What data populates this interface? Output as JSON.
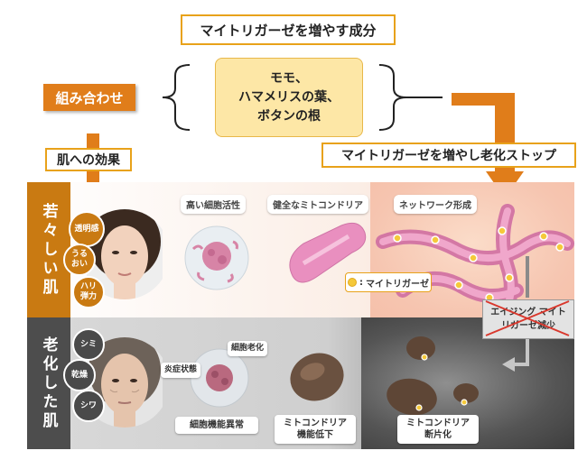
{
  "title": "マイトリガーゼを増やす成分",
  "combo_label": "組み合わせ",
  "ingredients": [
    "モモ、",
    "ハマメリスの葉、",
    "ボタンの根"
  ],
  "effect_label": "肌への効果",
  "result_label": "マイトリガーゼを増やし老化ストップ",
  "young": {
    "label": "若々しい肌",
    "traits": [
      "透明感",
      "うるおい",
      "ハリ弾力"
    ],
    "features": [
      "高い細胞活性",
      "健全なミトコンドリア",
      "ネットワーク形成"
    ],
    "legend": "マイトリガーゼ"
  },
  "aging_label": "エイジング マイトリガーゼ減少",
  "old": {
    "label": "老化した肌",
    "traits": [
      "シミ",
      "乾燥",
      "シワ"
    ],
    "cell_tags": [
      "炎症状態",
      "細胞老化"
    ],
    "features": [
      "細胞機能異常",
      "ミトコンドリア機能低下",
      "ミトコンドリア断片化"
    ]
  },
  "colors": {
    "accent": "#e8a21a",
    "orange": "#e07d1a",
    "young_bar": "#c97a12",
    "old_bar": "#4d4d4d"
  }
}
